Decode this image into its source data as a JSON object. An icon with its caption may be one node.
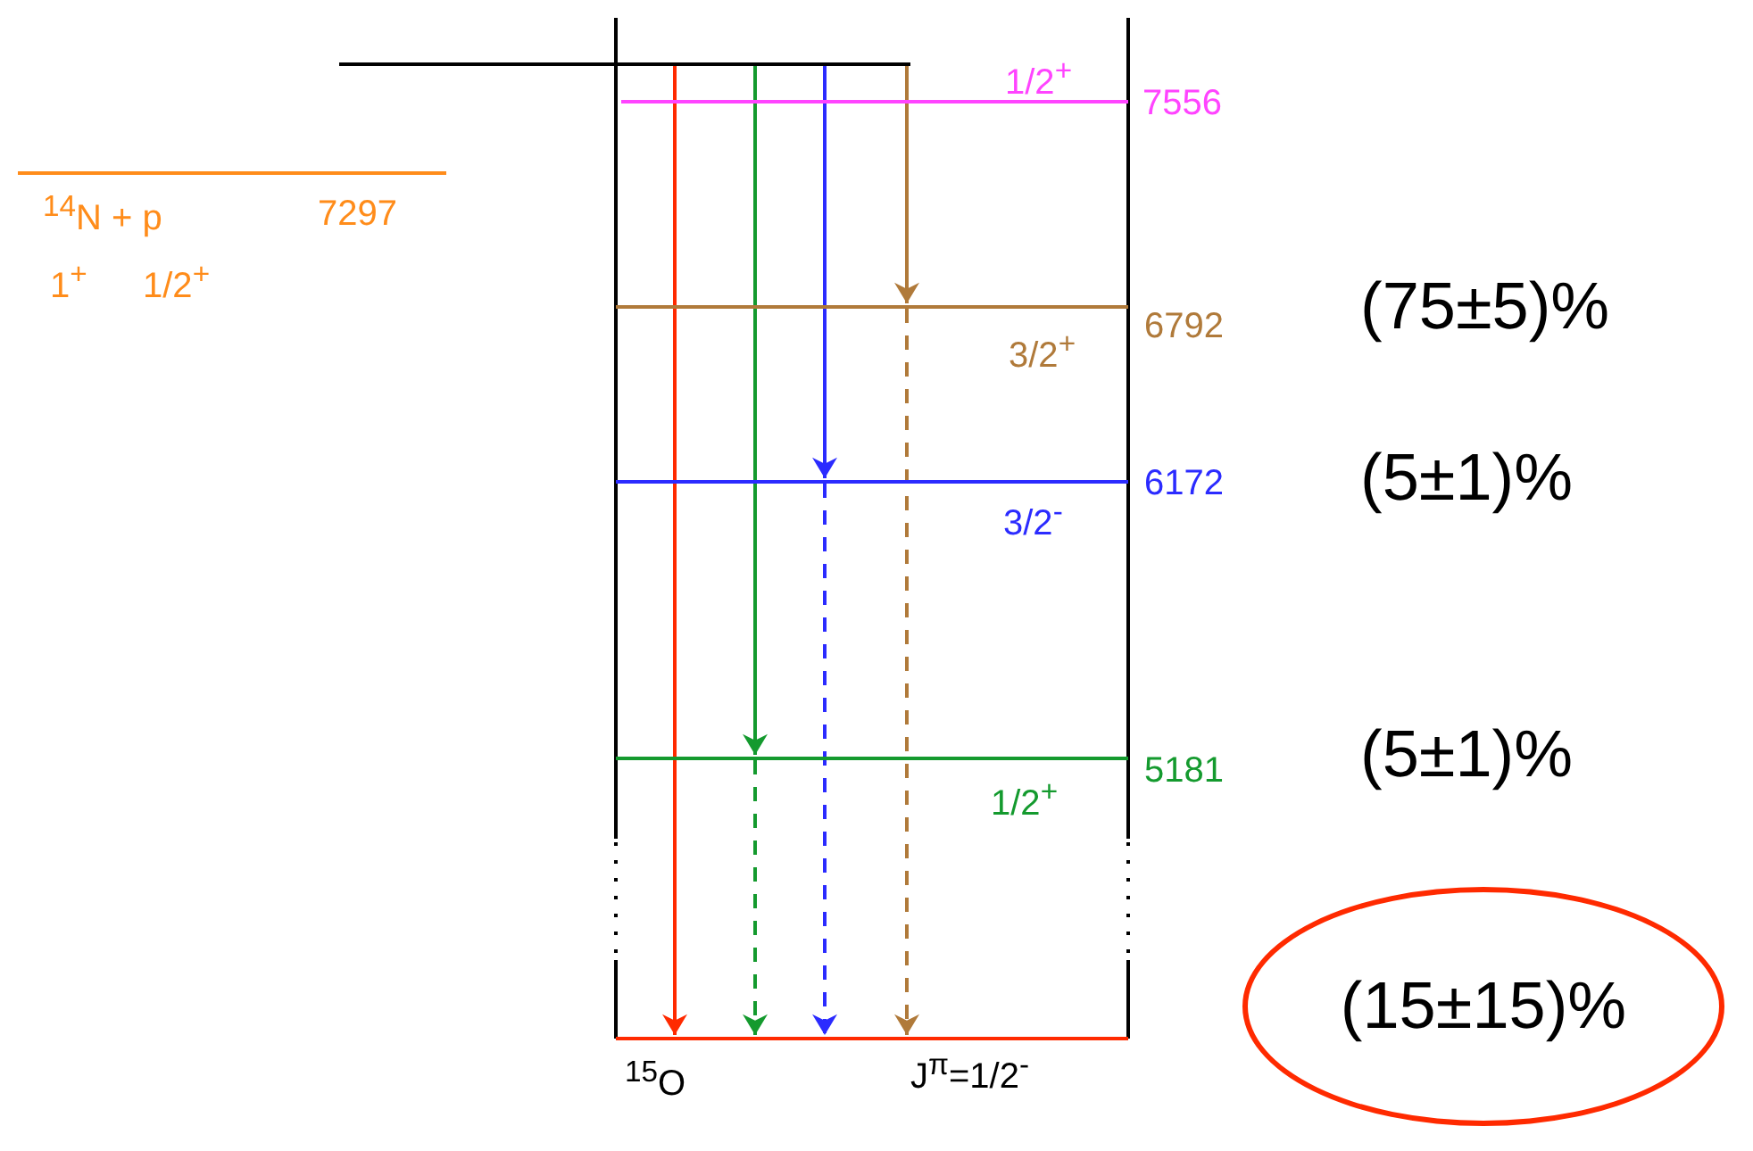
{
  "diagram": {
    "nodes": [
      {
        "text": [],
        "shape": "bar"
      },
      {
        "text": [
          "1/2$^{+}$",
          "7556"
        ]
      },
      {
        "text": [
          "3/2$^{+}$",
          "6792"
        ],
        "beside": [
          "(75±5)%"
        ]
      },
      {
        "text": [
          "3/2$^{-}$",
          "6172"
        ],
        "beside": [
          "(5±1)%"
        ]
      },
      {
        "text": [
          "1/2$^{+}$",
          "5181"
        ]
      },
      {
        "text": [
          "$^{15}$O",
          "J$^{π}$=1/2$^{-}$"
        ]
      },
      {
        "text": [
          "$^{14}$N + p",
          "7297",
          "1$^{+}$",
          "1/2$^{+}$"
        ]
      },
      {
        "text": [
          "(15±15)%"
        ]
      }
    ],
    "edges": [
      {
        "from": 0,
        "to": 5,
        "arrow": "to",
        "color": "#ff2a00"
      },
      {
        "from": 0,
        "to": 4,
        "arrow": "to",
        "color": "#149a2e"
      },
      {
        "from": 0,
        "to": 3,
        "arrow": "to",
        "color": "#2b2bff"
      },
      {
        "from": 0,
        "to": 2,
        "arrow": "to",
        "color": "#b07a3a"
      },
      {
        "from": 4,
        "to": 5,
        "arrow": "to",
        "style": "dashed",
        "color": "#149a2e"
      },
      {
        "from": 3,
        "to": 5,
        "arrow": "to",
        "style": "dashed",
        "color": "#2b2bff"
      },
      {
        "from": 2,
        "to": 5,
        "arrow": "to",
        "style": "dashed",
        "color": "#b07a3a"
      }
    ],
    "labels": [
      "(5±1)%"
    ]
  }
}
